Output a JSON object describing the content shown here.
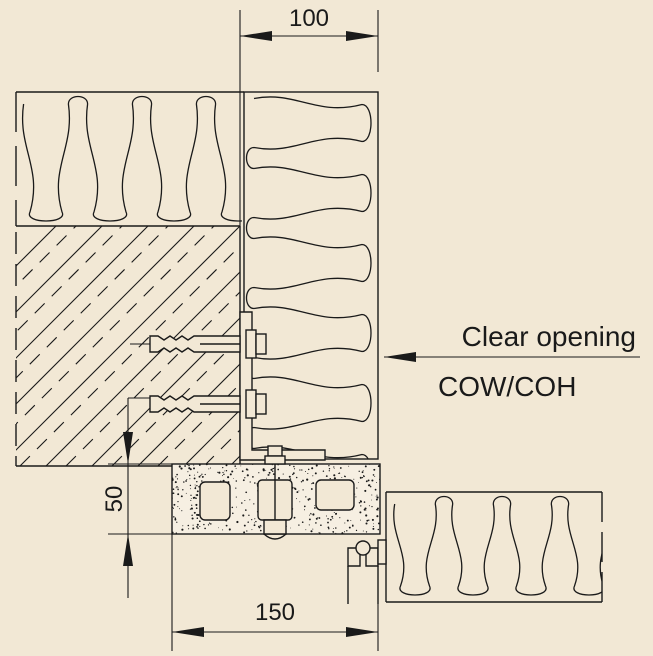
{
  "colors": {
    "background": "#f2e8d5",
    "line": "#1a1a1a",
    "concrete_fill": "#f6efe2"
  },
  "dimensions": {
    "top_width": "100",
    "bottom_width": "150",
    "side_height": "50"
  },
  "labels": {
    "opening_line1": "Clear opening",
    "opening_line2": "COW/COH"
  }
}
